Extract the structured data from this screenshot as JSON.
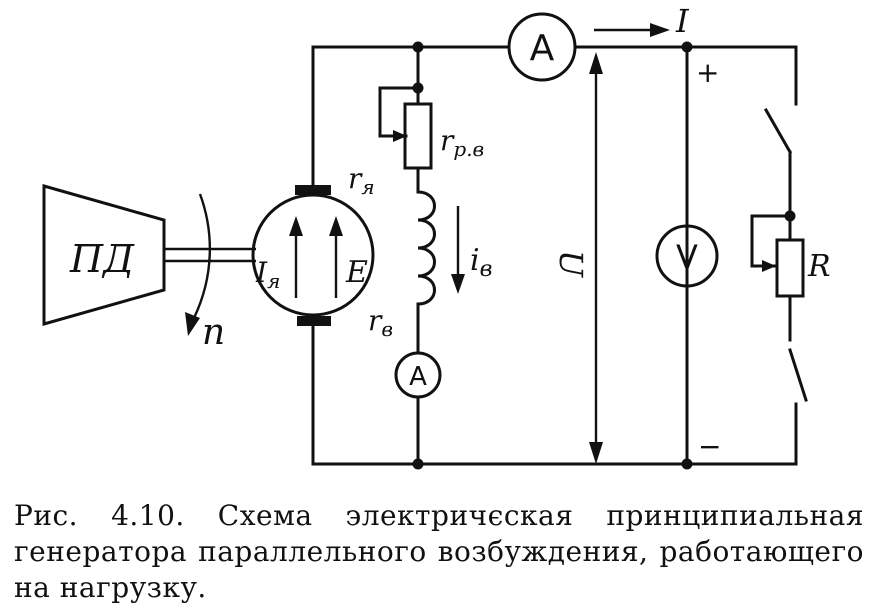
{
  "diagram": {
    "motor_label": "ПД",
    "rotation_label": "n",
    "armature_current_label": "I",
    "armature_current_sub": "я",
    "emf_label": "E",
    "armature_resistance_label": "r",
    "armature_resistance_sub": "я",
    "field_rheostat_label": "r",
    "field_rheostat_sub": "р.в",
    "field_current_label": "i",
    "field_current_sub": "в",
    "field_resistance_label": "r",
    "field_resistance_sub": "в",
    "ammeter_field_label": "A",
    "ammeter_line_label": "A",
    "line_current_label": "I",
    "voltage_label": "U",
    "voltmeter_label": "V",
    "plus_label": "+",
    "minus_label": "−",
    "load_label": "R"
  },
  "caption": {
    "text": "Рис. 4.10. Схема электричєская принципиальная генератора параллельного возбуждения, работающего на нагрузку."
  }
}
